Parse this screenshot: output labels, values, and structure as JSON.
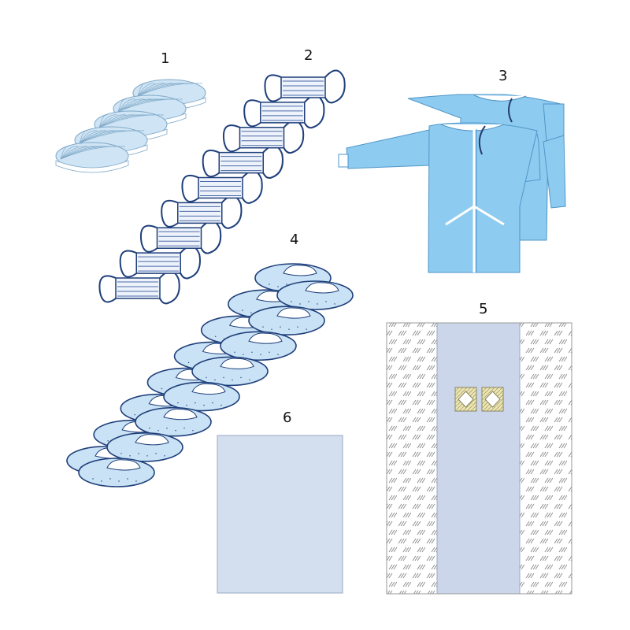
{
  "labels": {
    "caps": "1",
    "masks": "2",
    "gowns": "3",
    "shoe_covers": "4",
    "drape": "5",
    "towel": "6"
  },
  "colors": {
    "outline": "#1f3f7a",
    "cap_fill": "#cfe4f4",
    "mask_fill": "#eef3fb",
    "gown_fill": "#8ecbf0",
    "gown_edge": "#5aa6d8",
    "shoe_fill": "#c9e2f5",
    "drape_center": "#ccd6ea",
    "towel_fill": "#d3deef",
    "fenestration": "#ece6b3"
  },
  "counts": {
    "caps": 5,
    "masks": 9,
    "shoe_covers": 16,
    "gowns": 2,
    "drape_fenestrations": 2
  }
}
